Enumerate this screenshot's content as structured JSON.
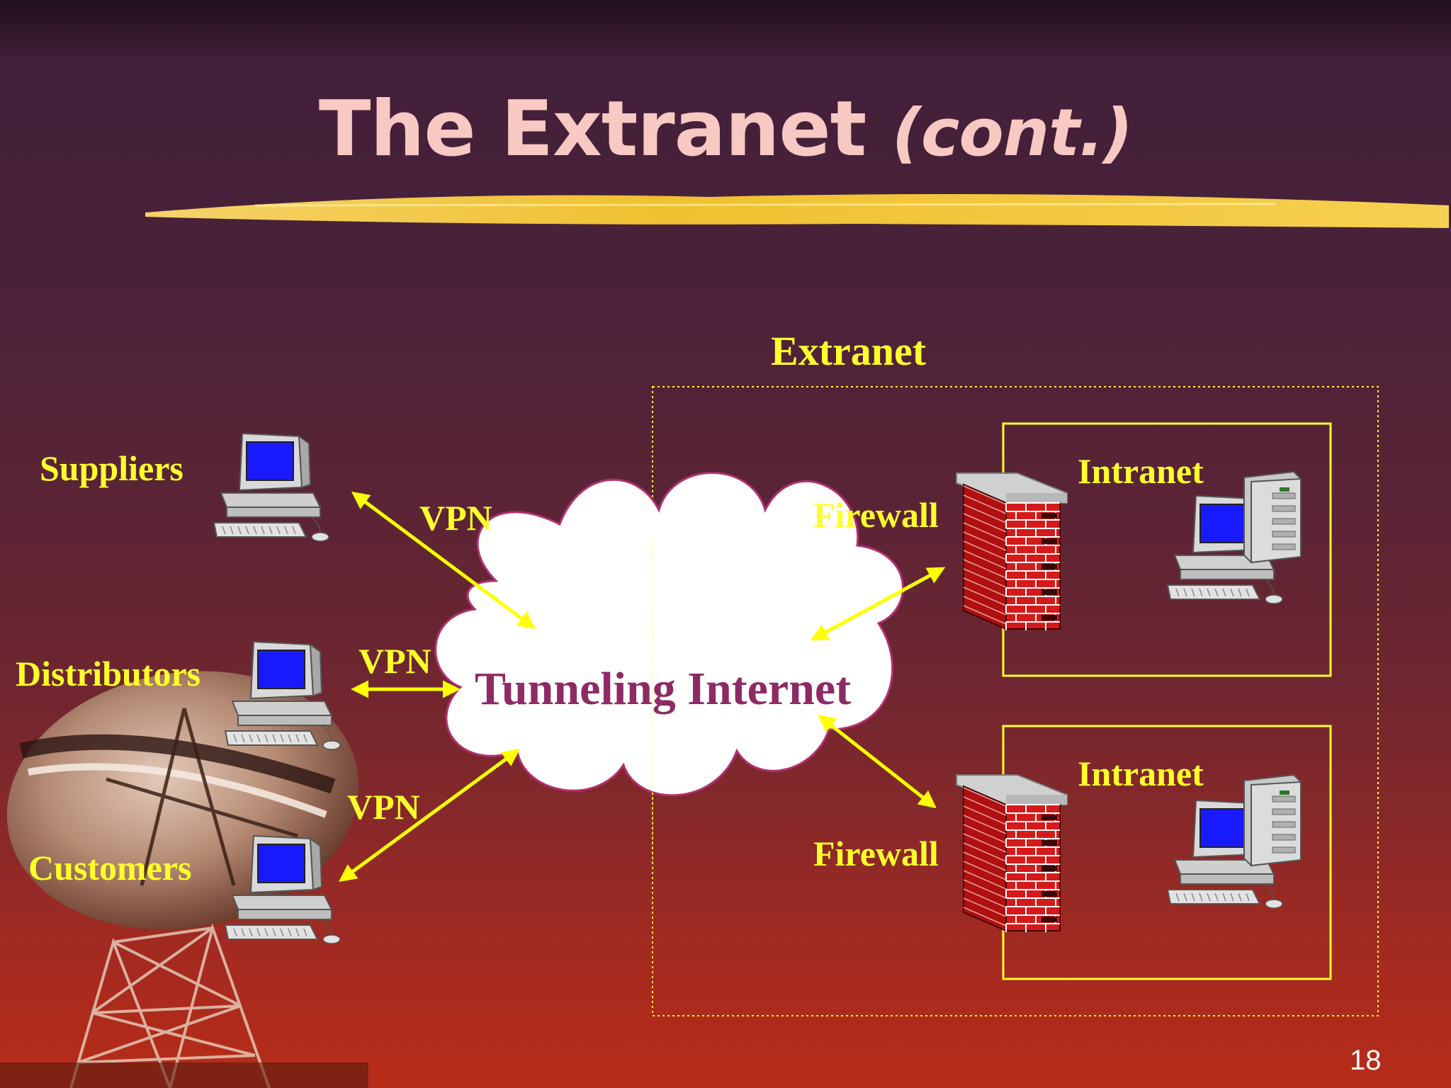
{
  "slide": {
    "title_main": "The Extranet",
    "title_sub": "(cont.)",
    "page_number": "18"
  },
  "diagram": {
    "extranet_label": "Extranet",
    "cloud_label": "Tunneling Internet",
    "external_parties": [
      "Suppliers",
      "Distributors",
      "Customers"
    ],
    "vpn_labels": [
      "VPN",
      "VPN",
      "VPN"
    ],
    "firewall_labels": [
      "Firewall",
      "Firewall"
    ],
    "intranet_labels": [
      "Intranet",
      "Intranet"
    ]
  },
  "colors": {
    "label_yellow": "#ffff2b",
    "title_pink": "#f8c9c2",
    "cloud_text": "#8e2a66",
    "arrow_yellow": "#ffff00"
  }
}
